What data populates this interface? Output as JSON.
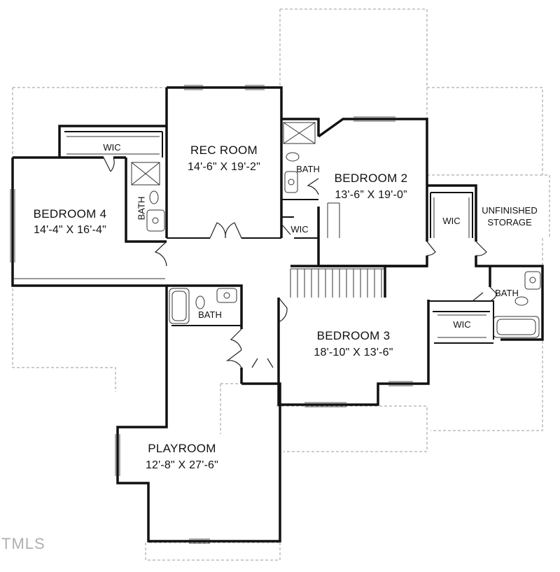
{
  "watermark": "TMLS",
  "rooms": {
    "rec_room": {
      "name": "REC ROOM",
      "dims": "14'-6\" X 19'-2\""
    },
    "bedroom2": {
      "name": "BEDROOM 2",
      "dims": "13'-6” X 19'-0”"
    },
    "bedroom3": {
      "name": "BEDROOM 3",
      "dims": "18'-10\" X 13'-6\""
    },
    "bedroom4": {
      "name": "BEDROOM 4",
      "dims": "14'-4\" X 16'-4\""
    },
    "playroom": {
      "name": "PLAYROOM",
      "dims": "12'-8\" X 27'-6\""
    },
    "wic_bed4": "WIC",
    "wic_rec": "WIC",
    "wic_bed2": "WIC",
    "wic_bed3": "WIC",
    "bath_bed4": "BATH",
    "bath_bed2": "BATH",
    "bath_hall": "BATH",
    "bath_bed3": "BATH",
    "unfinished": {
      "line1": "UNFINISHED",
      "line2": "STORAGE"
    }
  }
}
